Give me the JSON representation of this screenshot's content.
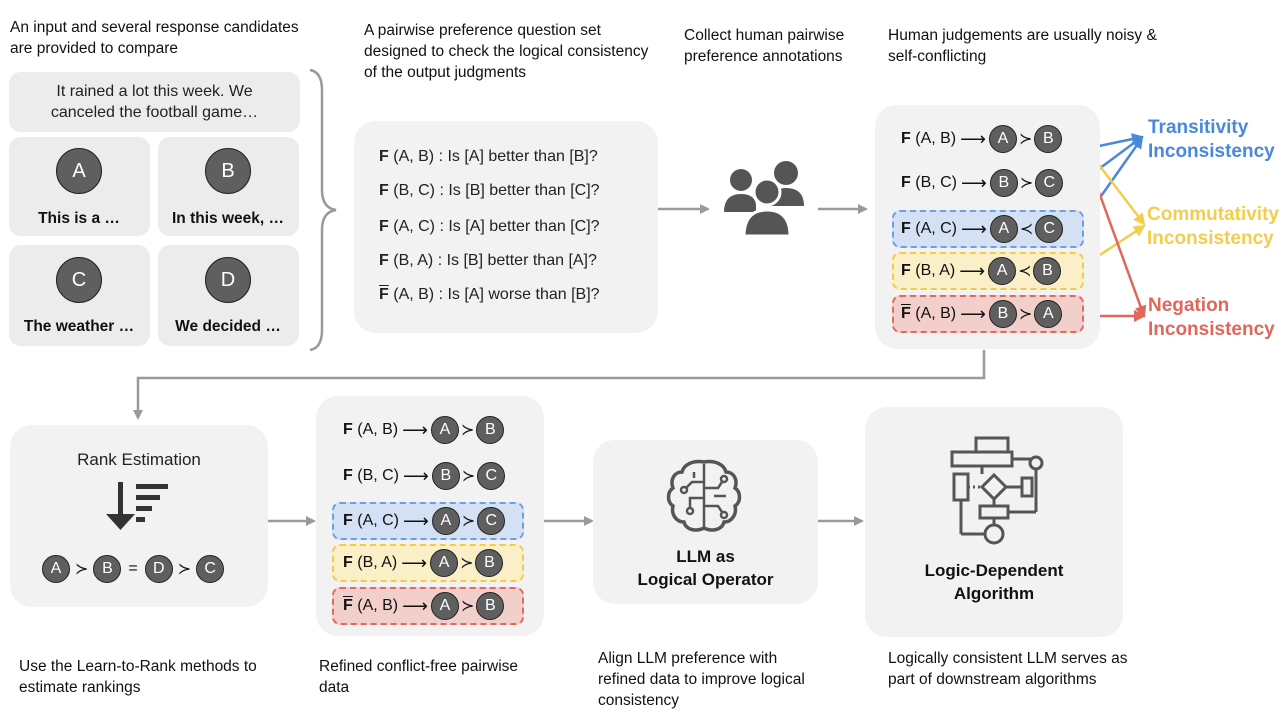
{
  "captions": {
    "input": "An input and several response candidates are provided to compare",
    "question_set": "A pairwise preference question set designed to check the logical consistency of the output judgments",
    "collect": "Collect human pairwise preference annotations",
    "noisy": "Human judgements are usually noisy & self-conflicting",
    "learn_to_rank": "Use the Learn-to-Rank methods to estimate rankings",
    "refined": "Refined conflict-free pairwise data",
    "align": "Align LLM preference with refined data to improve logical consistency",
    "downstream": "Logically consistent LLM serves as part of downstream algorithms"
  },
  "input_text": "It rained a lot this week. We canceled the football game…",
  "candidates": [
    {
      "letter": "A",
      "text": "This is a …"
    },
    {
      "letter": "B",
      "text": "In this week, …"
    },
    {
      "letter": "C",
      "text": "The weather …"
    },
    {
      "letter": "D",
      "text": "We decided …"
    }
  ],
  "questions": [
    {
      "f": "F",
      "args": "(A, B) :",
      "text": "Is [A] better than [B]?"
    },
    {
      "f": "F",
      "args": "(B, C) :",
      "text": "Is [B] better than [C]?"
    },
    {
      "f": "F",
      "args": "(A, C) :",
      "text": "Is [A] better than [C]?"
    },
    {
      "f": "F",
      "args": "(B, A) :",
      "text": "Is [B] better than [A]?"
    },
    {
      "f": "F",
      "args": "(A, B) :",
      "text": "Is [A] worse than [B]?"
    }
  ],
  "human_judgements": [
    {
      "f": "F",
      "args": "(A, B)",
      "left": "A",
      "rel": "≻",
      "right": "B"
    },
    {
      "f": "F",
      "args": "(B, C)",
      "left": "B",
      "rel": "≻",
      "right": "C"
    },
    {
      "f": "F",
      "args": "(A, C)",
      "left": "A",
      "rel": "≺",
      "right": "C"
    },
    {
      "f": "F",
      "args": "(B, A)",
      "left": "A",
      "rel": "≺",
      "right": "B"
    },
    {
      "f": "F",
      "args": "(A, B)",
      "left": "B",
      "rel": "≻",
      "right": "A"
    }
  ],
  "refined_judgements": [
    {
      "f": "F",
      "args": "(A, B)",
      "left": "A",
      "rel": "≻",
      "right": "B"
    },
    {
      "f": "F",
      "args": "(B, C)",
      "left": "B",
      "rel": "≻",
      "right": "C"
    },
    {
      "f": "F",
      "args": "(A, C)",
      "left": "A",
      "rel": "≻",
      "right": "C"
    },
    {
      "f": "F",
      "args": "(B, A)",
      "left": "A",
      "rel": "≻",
      "right": "B"
    },
    {
      "f": "F",
      "args": "(A, B)",
      "left": "A",
      "rel": "≻",
      "right": "B"
    }
  ],
  "inconsistencies": {
    "transitivity": [
      "Transitivity",
      "Inconsistency"
    ],
    "commutativity": [
      "Commutativity",
      "Inconsistency"
    ],
    "negation": [
      "Negation",
      "Inconsistency"
    ]
  },
  "rank_estimation": {
    "title": "Rank Estimation",
    "ranking": [
      {
        "letter": "A"
      },
      {
        "sym": "≻"
      },
      {
        "letter": "B"
      },
      {
        "sym": "="
      },
      {
        "letter": "D"
      },
      {
        "sym": "≻"
      },
      {
        "letter": "C"
      }
    ]
  },
  "llm_operator": {
    "line1": "LLM as",
    "line2": "Logical Operator"
  },
  "algorithm": {
    "line1": "Logic-Dependent",
    "line2": "Algorithm"
  },
  "colors": {
    "blue": "#4a89d9",
    "yellow": "#f2cd4e",
    "red": "#e0675c",
    "gray_arrow": "#9a9a9a",
    "node": "#5f5f5f"
  }
}
